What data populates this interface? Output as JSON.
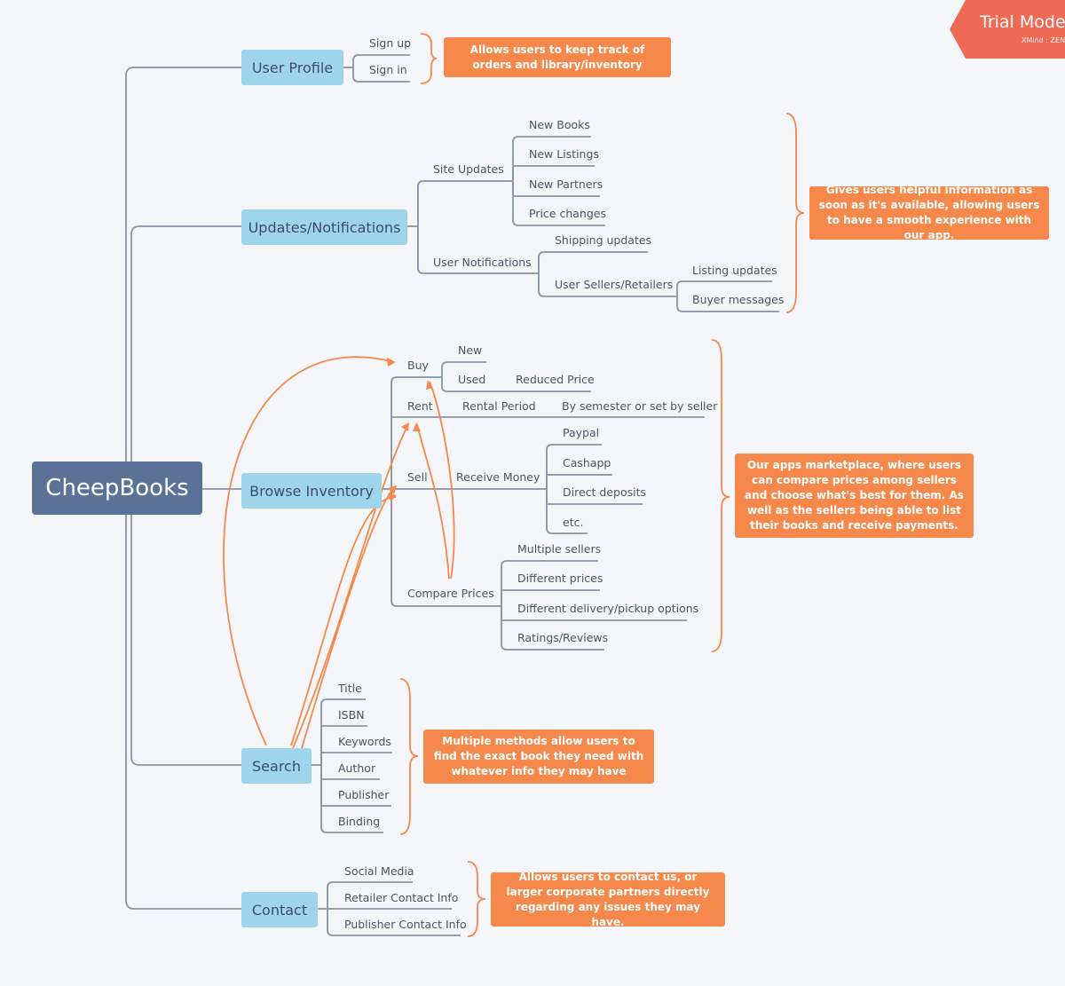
{
  "badge": {
    "title": "Trial Mode",
    "subtitle": "XMind : ZEN"
  },
  "root": "CheepBooks",
  "branches": {
    "user_profile": "User Profile",
    "updates": "Updates/Notifications",
    "browse": "Browse Inventory",
    "search": "Search",
    "contact": "Contact"
  },
  "labels": {
    "sign_up": "Sign up",
    "sign_in": "Sign in",
    "site_updates": "Site Updates",
    "new_books": "New Books",
    "new_listings": "New Listings",
    "new_partners": "New Partners",
    "price_changes": "Price changes",
    "user_notifications": "User Notifications",
    "shipping_updates": "Shipping updates",
    "user_sellers": "User Sellers/Retailers",
    "listing_updates": "Listing updates",
    "buyer_messages": "Buyer messages",
    "buy": "Buy",
    "new": "New",
    "used": "Used",
    "reduced_price": "Reduced Price",
    "rent": "Rent",
    "rental_period": "Rental Period",
    "by_semester": "By semester or set by seller",
    "sell": "Sell",
    "receive_money": "Receive Money",
    "paypal": "Paypal",
    "cashapp": "Cashapp",
    "direct_deposits": "Direct deposits",
    "etc": "etc.",
    "compare_prices": "Compare Prices",
    "multiple_sellers": "Multiple sellers",
    "different_prices": "Different prices",
    "delivery_options": "Different delivery/pickup options",
    "ratings": "Ratings/Reviews",
    "title": "Title",
    "isbn": "ISBN",
    "keywords": "Keywords",
    "author": "Author",
    "publisher": "Publisher",
    "binding": "Binding",
    "social_media": "Social Media",
    "retailer_contact": "Retailer Contact Info",
    "publisher_contact": "Publisher Contact Info"
  },
  "callouts": {
    "user_profile": "Allows users to keep track of orders and library/inventory",
    "updates": "Gives users helpful information as soon as it's available, allowing users to have a smooth experience with our app.",
    "browse": "Our apps marketplace, where users can compare prices among sellers and choose what's best for them. As well as the sellers being able to list their books and receive payments.",
    "search": "Multiple methods allow users to find the exact book they need with whatever info they may have",
    "contact": "Allows users to contact us, or larger corporate partners directly regarding any issues they may have."
  },
  "colors": {
    "background": "#f4f6f9",
    "root": "#5a7297",
    "branch": "#9fd5ea",
    "callout": "#f5884a",
    "connector": "#8a94a6",
    "relationship": "#f5884a",
    "badge": "#ef6a55"
  }
}
